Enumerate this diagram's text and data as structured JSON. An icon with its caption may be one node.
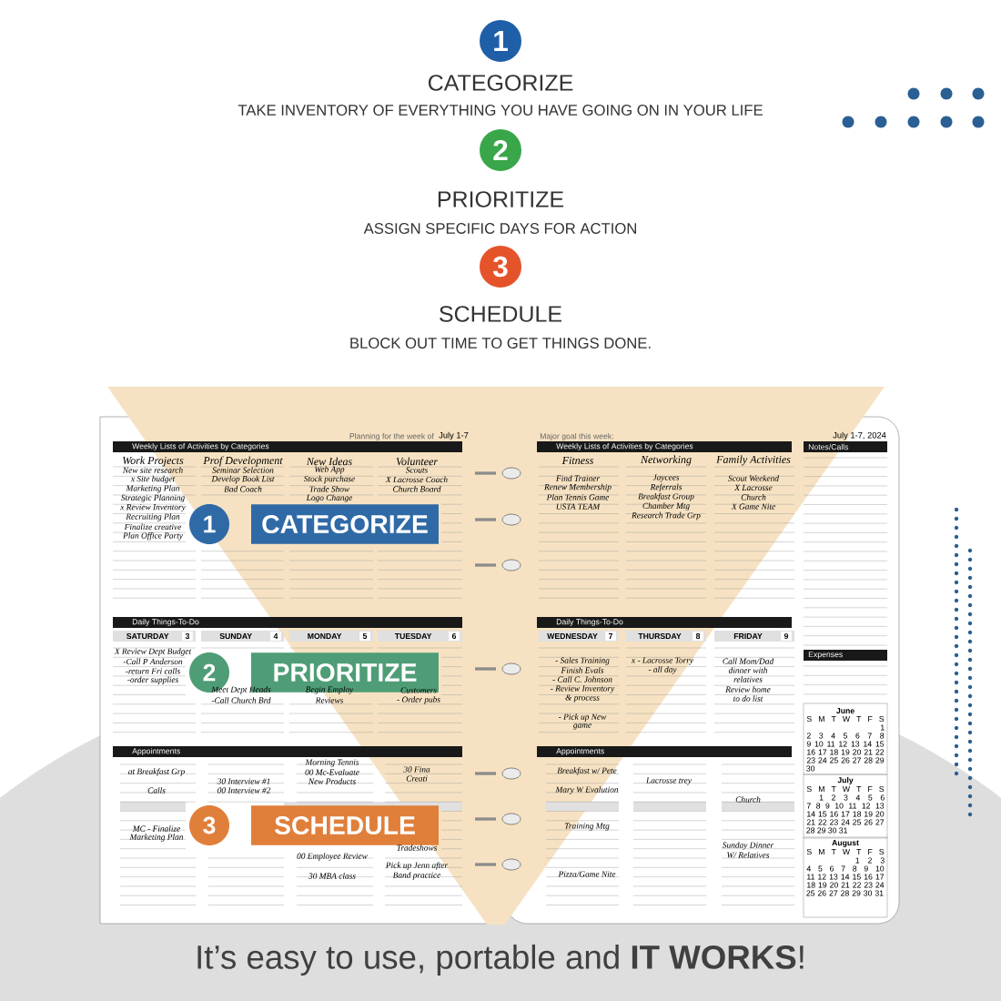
{
  "diagram": {
    "caption": "It’s easy to use, portable and **IT WORKS**!",
    "nodes": [
      {
        "text": [
          "1",
          "CATEGORIZE",
          "TAKE INVENTORY OF EVERYTHING YOU HAVE GOING ON IN YOUR LIFE"
        ]
      },
      {
        "text": [
          "2",
          "PRIORITIZE",
          "ASSIGN SPECIFIC DAYS FOR ACTION"
        ]
      },
      {
        "text": [
          "3",
          "SCHEDULE",
          "BLOCK OUT TIME TO GET THINGS DONE."
        ]
      },
      {
        "text": [
          "1"
        ]
      },
      {
        "text": [
          "CATEGORIZE"
        ]
      },
      {
        "text": [
          "2"
        ]
      },
      {
        "text": [
          "PRIORITIZE"
        ]
      },
      {
        "text": [
          "3"
        ]
      },
      {
        "text": [
          "SCHEDULE"
        ]
      }
    ],
    "labels": [
      "Planning for the week of",
      "July 1-7",
      "Weekly Lists of Activities by Categories",
      "Work Projects",
      "Prof Development",
      "New Ideas",
      "Volunteer",
      "New site research",
      "x Site budget",
      "Marketing Plan",
      "Strategic Planning",
      "x Review Inventory",
      "Recruiting Plan",
      "Finalize creative",
      "Plan Office Party",
      "Seminar Selection",
      "Develop Book List",
      "Bad Coach",
      "Web App",
      "Stock purchase",
      "Trade Show",
      "Logo Change",
      "Scouts",
      "X Lacrosse Coach",
      "Church Board",
      "Major goal this week:",
      "July 1-7, 2024",
      "Weekly Lists of Activities by Categories",
      "Notes/Calls",
      "Fitness",
      "Networking",
      "Family Activities",
      "Find Trainer",
      "Renew Membership",
      "Plan Tennis Game",
      "USTA TEAM",
      "Jaycees",
      "Referrals",
      "Breakfast Group",
      "Chamber Mtg",
      "Research Trade Grp",
      "Scout Weekend",
      "X Lacrosse",
      "Church",
      "X Game Nite",
      "Daily Things-To-Do",
      "SATURDAY",
      "3",
      "SUNDAY",
      "4",
      "MONDAY",
      "5",
      "TUESDAY",
      "6",
      "X Review Dept Budget",
      "-Call P Anderson",
      "-return Fri calls",
      "-order supplies",
      "Meet Dept Heads",
      "-Call Church Brd",
      "Begin Employ",
      "Reviews",
      "Customers",
      "- Order pubs",
      "Daily Things-To-Do",
      "WEDNESDAY",
      "7",
      "THURSDAY",
      "8",
      "FRIDAY",
      "9",
      "- Sales Training",
      "Finish Evals",
      "- Call C. Johnson",
      "- Review Inventory",
      "& process",
      "- Pick up New",
      "game",
      "x - Lacrosse Torry",
      "- all day",
      "Call Mom/Dad",
      "dinner with",
      "relatives",
      "Review home",
      "to do list",
      "Expenses",
      "Appointments",
      "at Breakfast Grp",
      "Calls",
      "MC - Finalize",
      "Marketing Plan",
      "30 Interview #1",
      "00 Interview #2",
      "Morning Tennis",
      "00 Mc-Evaluate",
      "New Products",
      "00 Employee Review",
      "30 MBA class",
      "30 Fina",
      "Creati",
      "Tradeshows",
      "Pick up Jenn after",
      "Band practice",
      "Appointments",
      "Breakfast w/ Pete",
      "Mary W Evalution",
      "Training Mtg",
      "Pizza/Game Nite",
      "Lacrosse trey",
      "Church",
      "Sunday Dinner",
      "W/ Relatives",
      "June",
      "S M T W T F S",
      "1",
      "2 3 4 5 6 7 8",
      "9 10 11 12 13 14 15",
      "16 17 18 19 20 21 22",
      "23 24 25 26 27 28 29",
      "30",
      "July",
      "S M T W T F S",
      "1 2 3 4 5 6",
      "7 8 9 10 11 12 13",
      "14 15 16 17 18 19 20",
      "21 22 23 24 25 26 27",
      "28 29 30 31",
      "August",
      "S M T W T F S",
      "1 2 3",
      "4 5 6 7 8 9 10",
      "11 12 13 14 15 16 17",
      "18 19 20 21 22 23 24",
      "25 26 27 28 29 30 31"
    ]
  }
}
